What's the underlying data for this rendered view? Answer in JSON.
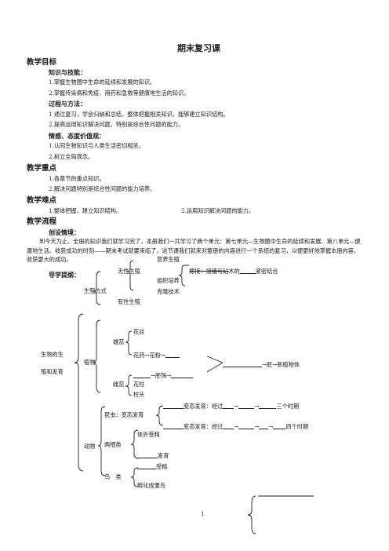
{
  "title": "期末复习课",
  "objectives": {
    "heading": "教学目标",
    "knowledge": {
      "heading": "知识与技能：",
      "items": [
        "1.掌握生物圈中生命的延续和发展的知识。",
        "2.掌握传染病和免疫、用药和急救等健康地生活的知识。"
      ]
    },
    "process": {
      "heading": "过程与方法：",
      "items": [
        "1 通过复习，学会归纳和总结，整体把握相关知识，能够建立知识结构。",
        "2.提高运用知识解决问题，特别是综合性问题的能力。"
      ]
    },
    "emotion": {
      "heading": "情感、态度价值观：",
      "items": [
        "1.认同生物知识与人类生活密切相关。",
        "2.树立全局观念。"
      ]
    }
  },
  "key_points": {
    "heading": "教学重点",
    "items": [
      "1.各章节的重点知识。",
      "2.解决问题特别是综合性问题的能力培养。"
    ]
  },
  "difficulties": {
    "heading": "教学难点",
    "item1": "1.整体把握，建立知识结构。",
    "item2": "2.运用知识解决问题的能力。"
  },
  "process": {
    "heading": "教学流程",
    "scenario_heading": "创设情境：",
    "scenario_text": "到今天为止，全册的知识我们就学习完了，本册我们一共学习了两个单元：第七单元—生物圈中生命的延续和发展、第八单元—健康地生活。收获成功的时刻——期末考试就要来临了，这节课我们就来对整册的内容进行一个系统的复习，以便更好地掌握本册内容，收获更大的成功。",
    "guide_heading": "导学提纲："
  },
  "diagram": {
    "root_line1": "生物的生",
    "root_line2": "殖和发育",
    "reproduction": "生殖方式",
    "asexual": "无性生殖",
    "vegetative": "营养生殖",
    "grafting_prefix": "嫁接：接穗与砧木的",
    "grafting_suffix": "紧密结合",
    "tissue_culture": "组织培养",
    "cloning": "克隆技术",
    "sexual": "有性生殖",
    "plants": "植物",
    "stamen": "雄蕊",
    "filament": "花丝",
    "anther_pollen": "花药→花粉→",
    "pistil": "雌蕊",
    "ovule": "→胚珠→",
    "style": "花柱",
    "stigma": "柱头",
    "embryo_result": "→胚→新植物体",
    "animals": "动物",
    "insects": "昆虫：变态发育",
    "incomplete": "变态发育：经过",
    "incomplete_end": "三个时期",
    "complete": "变态发育：经过",
    "complete_end": "四个时期",
    "arrow": "→",
    "amphibians": "两栖类",
    "external_fert": "体外受精",
    "develop": "发育",
    "birds": "鸟　类",
    "fertilization": "受精",
    "hatch": "孵化成雏鸟"
  },
  "page_number": "1"
}
